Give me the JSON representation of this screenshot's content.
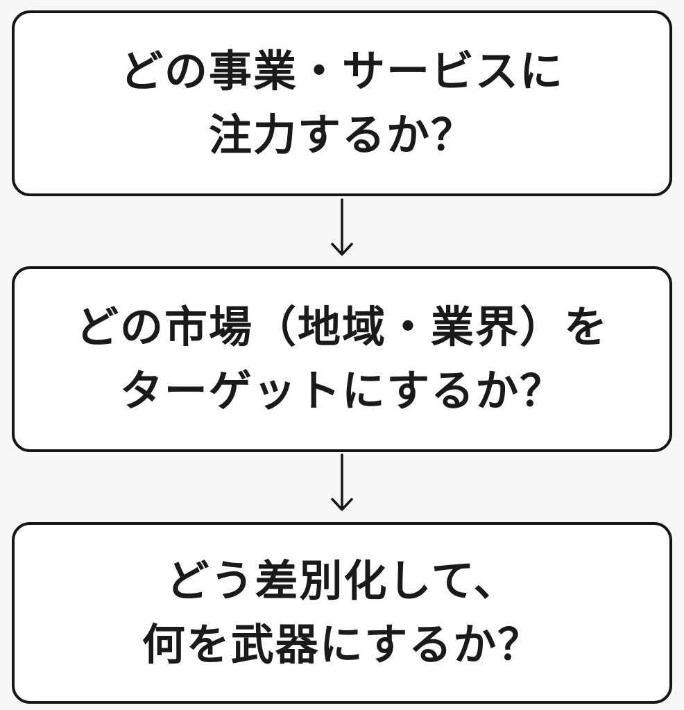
{
  "steps": [
    {
      "lines": [
        "どの事業・サービスに",
        "注力するか？"
      ]
    },
    {
      "lines": [
        "どの市場（地域・業界）を",
        "ターゲットにするか？"
      ]
    },
    {
      "lines": [
        "どう差別化して、",
        "何を武器にするか？"
      ]
    }
  ],
  "colors": {
    "border": "#151515",
    "text": "#1a1a1a",
    "box_fill": "#ffffff",
    "background": "#f7f7f5"
  },
  "icons": [
    "arrow-down-icon",
    "arrow-down-icon"
  ]
}
